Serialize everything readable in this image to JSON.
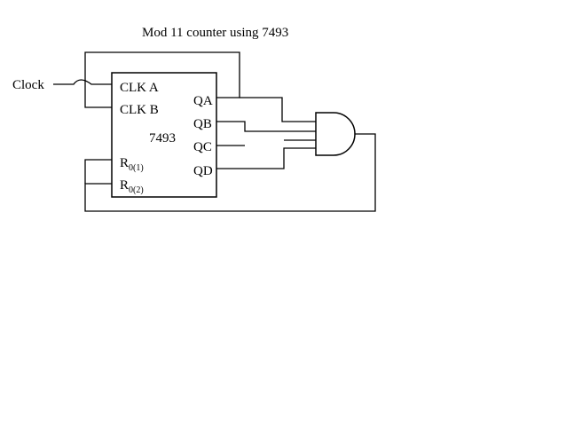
{
  "title": "Mod 11 counter using 7493",
  "clock_label": "Clock",
  "chip": {
    "part_number": "7493",
    "inputs": {
      "clk_a": "CLK A",
      "clk_b": "CLK B",
      "r01_main": "R",
      "r01_sub": "0(1)",
      "r02_main": "R",
      "r02_sub": "0(2)"
    },
    "outputs": {
      "qa": "QA",
      "qb": "QB",
      "qc": "QC",
      "qd": "QD"
    }
  }
}
